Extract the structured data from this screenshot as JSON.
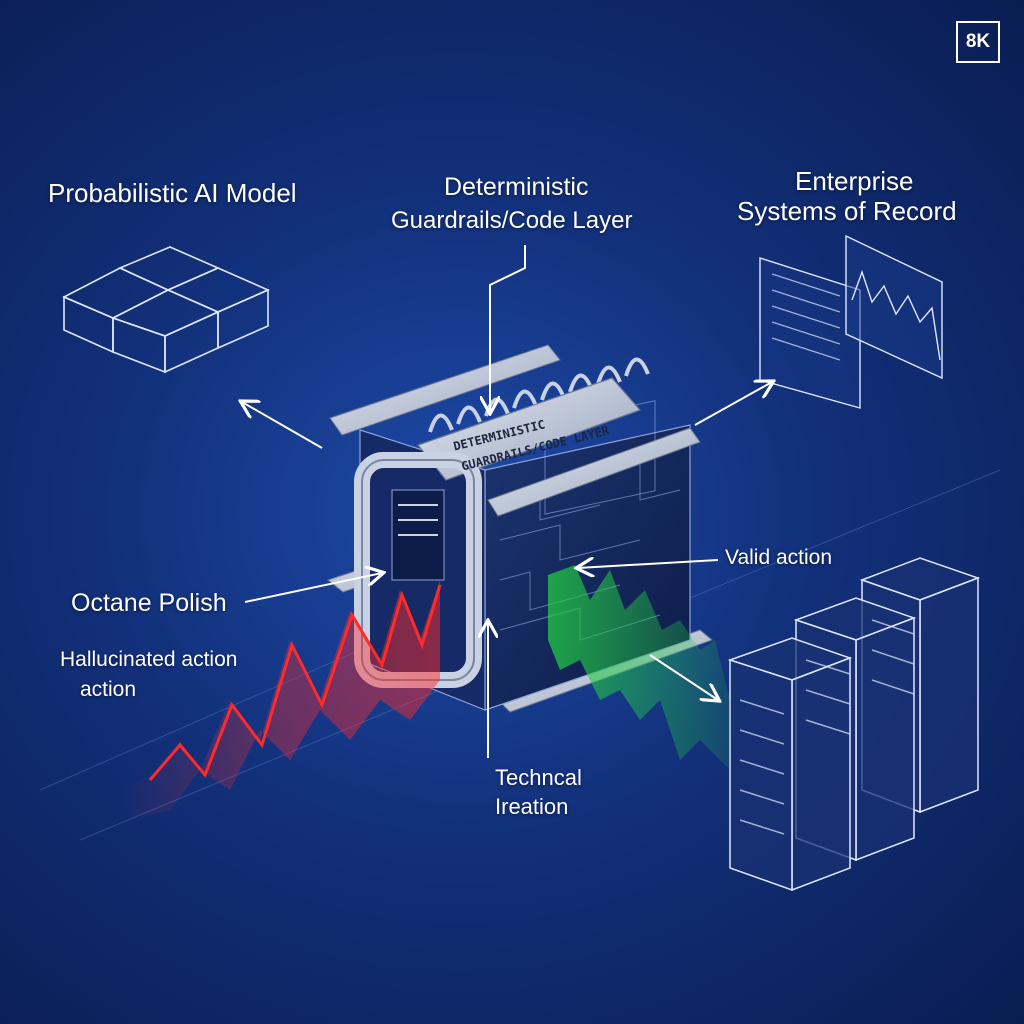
{
  "badge": "8K",
  "labels": {
    "ai_model": "Probabilistic AI Model",
    "guardrails_line1": "Deterministic",
    "guardrails_line2": "Guardrails/Code Layer",
    "enterprise_line1": "Enterprise",
    "enterprise_line2": "Systems of Record",
    "octane": "Octane Polish",
    "hallucinated_line1": "Hallucinated action",
    "hallucinated_line2": "action",
    "valid": "Valid action",
    "technical_line1": "Techncal",
    "technical_line2": "Ireation"
  },
  "plate": {
    "line1": "DETERMINISTIC",
    "line2": "GUARDRAILS/CODE LAYER"
  },
  "colors": {
    "background": "#12307a",
    "hallucinated": "#ff2a2a",
    "valid": "#22cc44",
    "metal": "#c9d2e3"
  }
}
